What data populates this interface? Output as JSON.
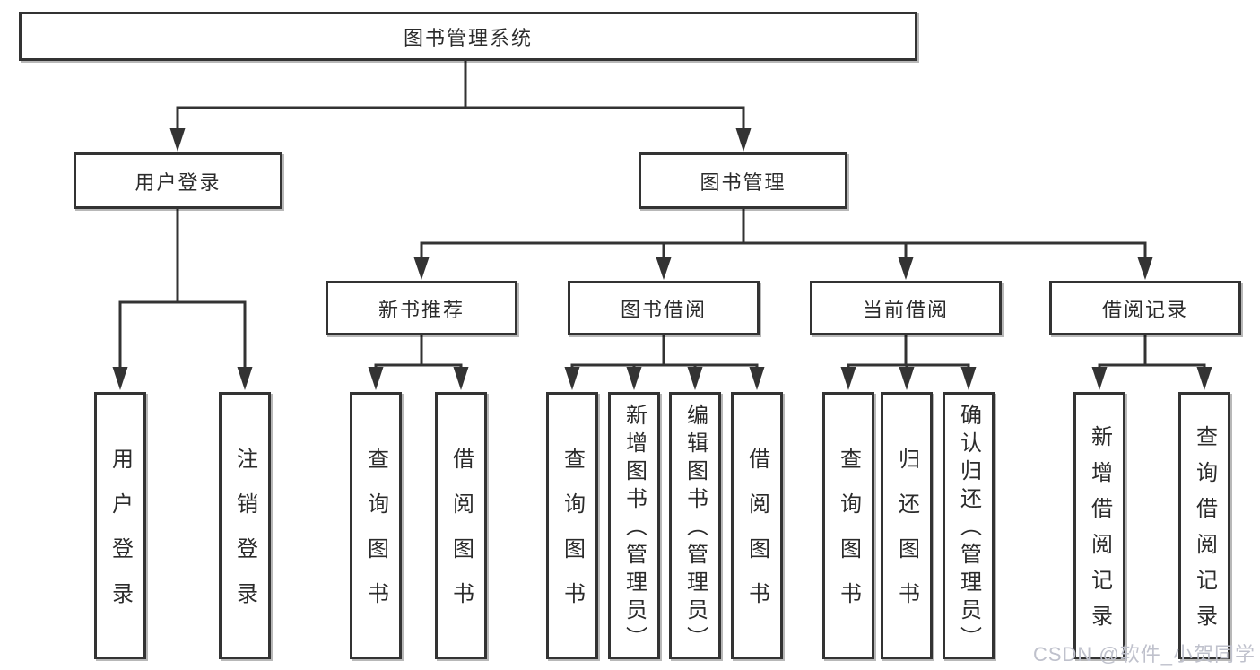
{
  "nodes": {
    "root": {
      "label": "图书管理系统"
    },
    "level2": [
      {
        "label": "用户登录"
      },
      {
        "label": "图书管理"
      }
    ],
    "level3": [
      {
        "label": "新书推荐"
      },
      {
        "label": "图书借阅"
      },
      {
        "label": "当前借阅"
      },
      {
        "label": "借阅记录"
      }
    ],
    "leaves": [
      {
        "label": "用户登录"
      },
      {
        "label": "注销登录"
      },
      {
        "label": "查询图书"
      },
      {
        "label": "借阅图书"
      },
      {
        "label": "查询图书"
      },
      {
        "label": "新增图书（管理员）"
      },
      {
        "label": "编辑图书（管理员）"
      },
      {
        "label": "借阅图书"
      },
      {
        "label": "查询图书"
      },
      {
        "label": "归还图书"
      },
      {
        "label": "确认归还（管理员）"
      },
      {
        "label": "新增借阅记录"
      },
      {
        "label": "查询借阅记录"
      }
    ]
  },
  "watermark": {
    "text": "CSDN @软件_小贺同学"
  },
  "colors": {
    "line": "#333333",
    "box_border": "#333333",
    "box_background": "#ffffff",
    "text": "#2b2b2b",
    "page_background": "#ffffff",
    "watermark": "#bfc1cc"
  }
}
